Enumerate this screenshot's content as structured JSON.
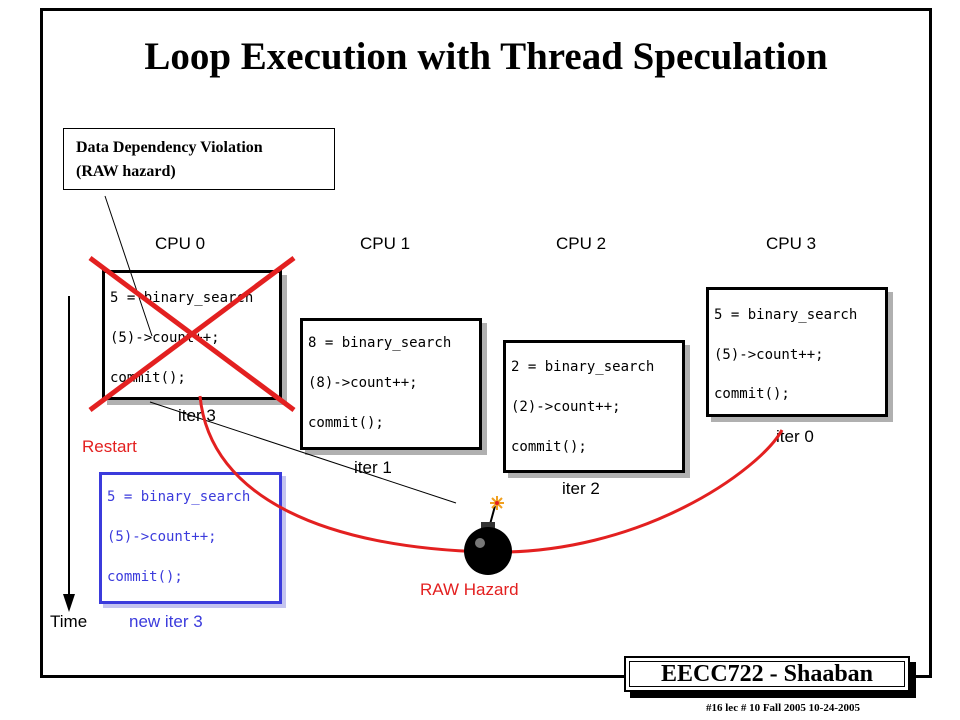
{
  "title": "Loop Execution with Thread Speculation",
  "callout": {
    "line1": "Data Dependency Violation",
    "line2": "(RAW hazard)"
  },
  "cpus": [
    "CPU 0",
    "CPU 1",
    "CPU 2",
    "CPU 3"
  ],
  "threads": [
    {
      "lines": [
        "5 = binary_search",
        "(5)->count++;",
        "commit();"
      ],
      "iter": "iter 3",
      "state": "squashed"
    },
    {
      "lines": [
        "8 = binary_search",
        "(8)->count++;",
        "commit();"
      ],
      "iter": "iter 1",
      "state": "normal"
    },
    {
      "lines": [
        "2 = binary_search",
        "(2)->count++;",
        "commit();"
      ],
      "iter": "iter 2",
      "state": "normal"
    },
    {
      "lines": [
        "5 = binary_search",
        "(5)->count++;",
        "commit();"
      ],
      "iter": "iter 0",
      "state": "normal"
    }
  ],
  "restarted_thread": {
    "lines": [
      "5 = binary_search",
      "(5)->count++;",
      "commit();"
    ],
    "iter": "new iter 3"
  },
  "labels": {
    "restart": "Restart",
    "raw_hazard": "RAW Hazard",
    "time": "Time"
  },
  "footer": {
    "brand": "EECC722 - Shaaban",
    "meta": "#16   lec # 10    Fall 2005    10-24-2005"
  },
  "colors": {
    "hazard_red": "#e32020",
    "restart_blue": "#3b3bdc"
  }
}
